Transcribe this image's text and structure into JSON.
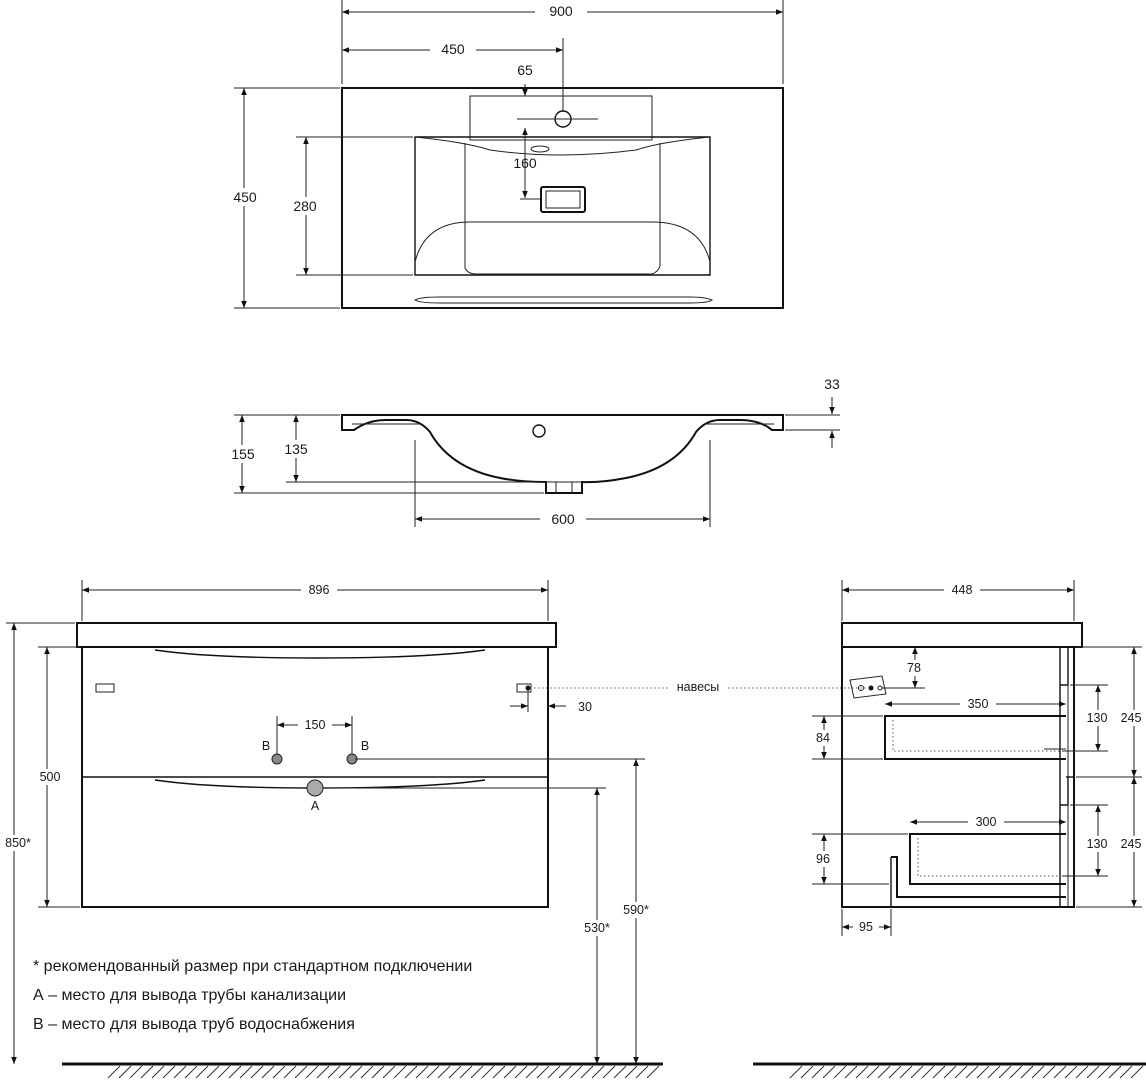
{
  "top_view": {
    "dims": {
      "overall_width": "900",
      "half_width": "450",
      "tap_offset": "65",
      "drain_offset": "160",
      "depth": "450",
      "bowl_depth": "280"
    }
  },
  "section_view": {
    "dims": {
      "total_height": "155",
      "bowl_height": "135",
      "rim_thickness": "33",
      "bowl_width": "600"
    }
  },
  "front_view": {
    "dims": {
      "width": "896",
      "cabinet_height": "500",
      "overall_height": "850*",
      "drain_height": "530*",
      "supply_height": "590*",
      "supply_spacing": "150",
      "hanger_offset": "30"
    },
    "labels": {
      "supply_left": "B",
      "supply_right": "B",
      "drain": "A",
      "hangers": "навесы"
    }
  },
  "side_view": {
    "dims": {
      "depth": "448",
      "hanger_height": "78",
      "upper_drawer_depth": "350",
      "upper_drawer_front": "84",
      "upper_drawer_height": "130",
      "upper_section": "245",
      "lower_drawer_depth": "300",
      "lower_drawer_front": "96",
      "lower_drawer_height": "130",
      "lower_section": "245",
      "toe_offset": "95"
    }
  },
  "notes": {
    "line1": "* рекомендованный размер при стандартном подключении",
    "line2": "А – место для вывода трубы канализации",
    "line3": "В – место для вывода труб водоснабжения"
  }
}
